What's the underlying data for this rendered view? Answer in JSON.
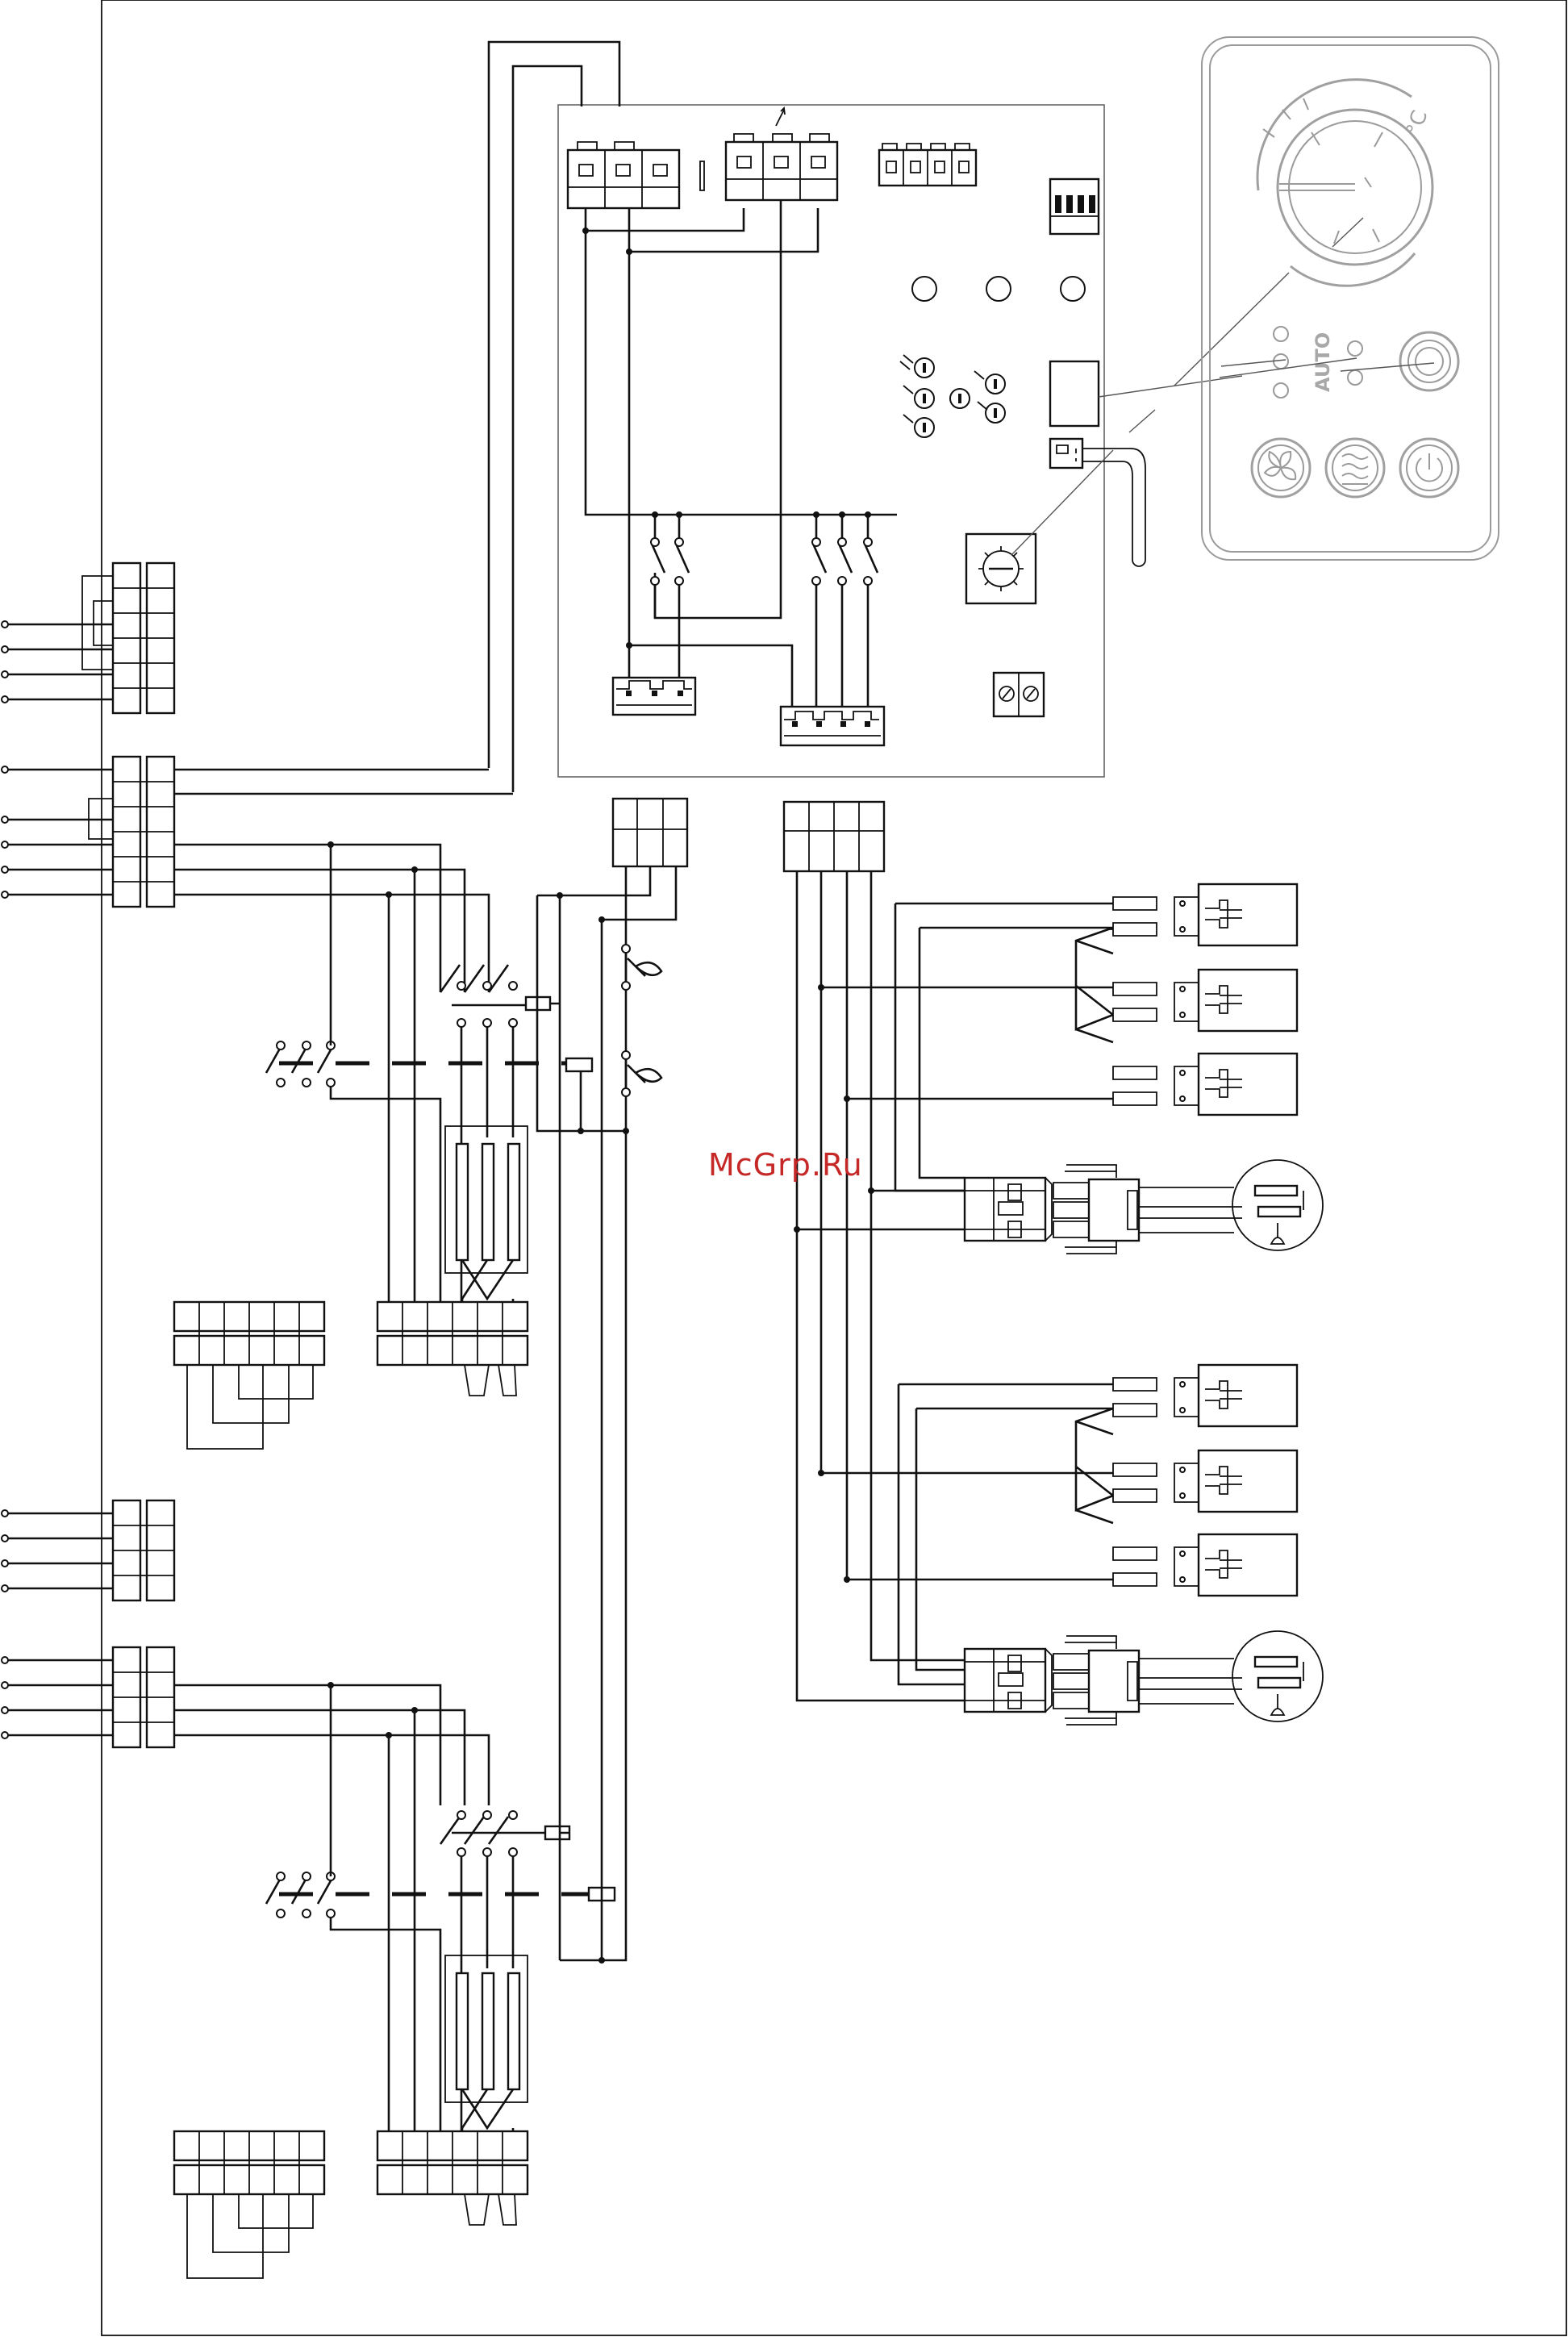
{
  "watermark": "McGrp.Ru",
  "control_panel": {
    "mode_label": "AUTO",
    "temperature_unit": "°C"
  },
  "icons": {
    "fan": "fan-icon",
    "heat": "heat-waves-icon",
    "power": "power-icon",
    "temperature_dial": "thermostat-dial-icon"
  },
  "colors": {
    "ink": "#111111",
    "panel_ink": "#a0a0a0",
    "watermark": "#c62828"
  }
}
